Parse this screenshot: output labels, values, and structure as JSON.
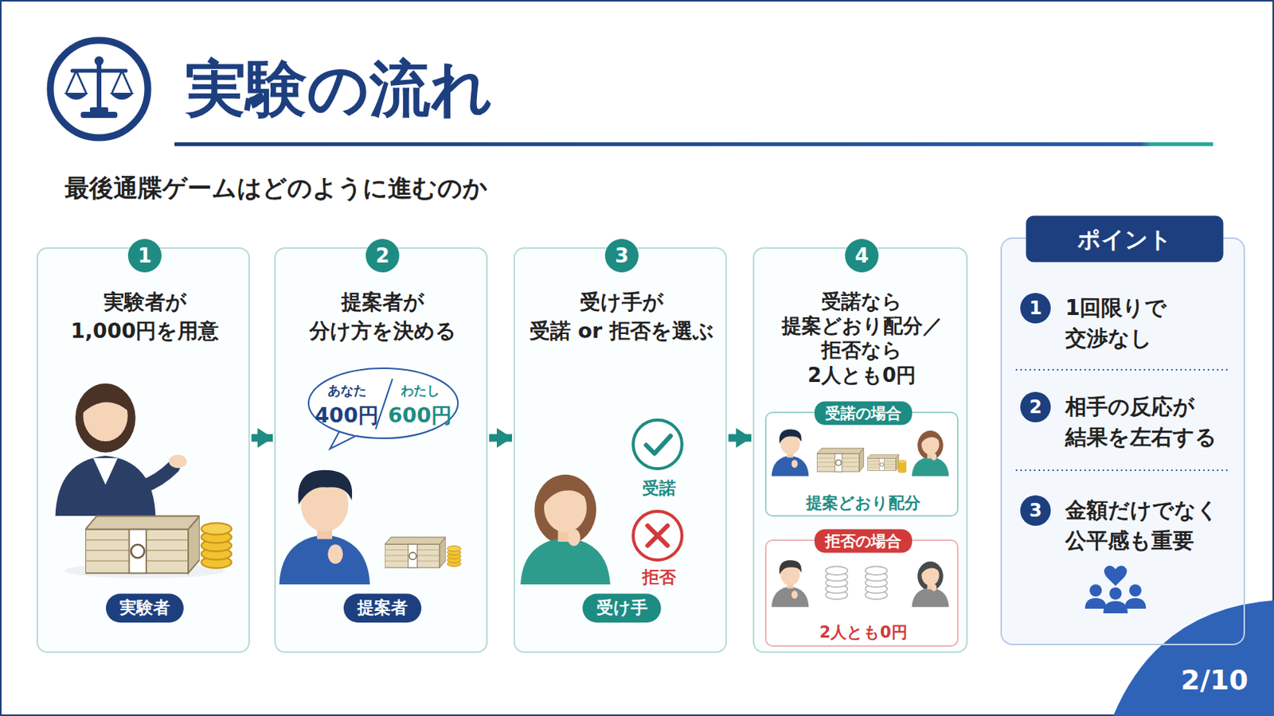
{
  "diagram": {
    "title": "実験の流れ",
    "nodes": [
      {
        "text": [
          "1",
          "実験者が 1,000円を用意",
          "実験者"
        ]
      },
      {
        "text": [
          "2",
          "提案者が 分け方を決める",
          "提案者"
        ]
      },
      {
        "text": [
          "あなた",
          "400円",
          "わたし",
          "600円"
        ],
        "in": 1
      },
      {
        "text": [
          "3",
          "受け手が 受諾 or 拒否を選ぶ",
          "受諾",
          "拒否",
          "受け手"
        ]
      },
      {
        "text": [
          "4",
          "受諾なら 提案どおり配分／ 拒否なら 2人とも0円"
        ]
      },
      {
        "text": [
          "受諾の場合",
          "提案どおり配分"
        ],
        "in": 4
      },
      {
        "text": [
          "拒否の場合",
          "2人とも0円"
        ],
        "in": 4
      },
      {
        "text": [
          "ポイント",
          "1",
          "1回限りで 交渉なし",
          "2",
          "相手の反応が 結果を左右する",
          "3",
          "金額だけでなく 公平感も重要"
        ]
      }
    ],
    "edges": [
      {
        "from": 0,
        "to": 1,
        "arrow": "to"
      },
      {
        "from": 1,
        "to": 3,
        "arrow": "to"
      },
      {
        "from": 3,
        "to": 4,
        "arrow": "to"
      }
    ],
    "labels": [
      "最後通牒ゲームはどのように進むのか",
      "2/10"
    ]
  }
}
